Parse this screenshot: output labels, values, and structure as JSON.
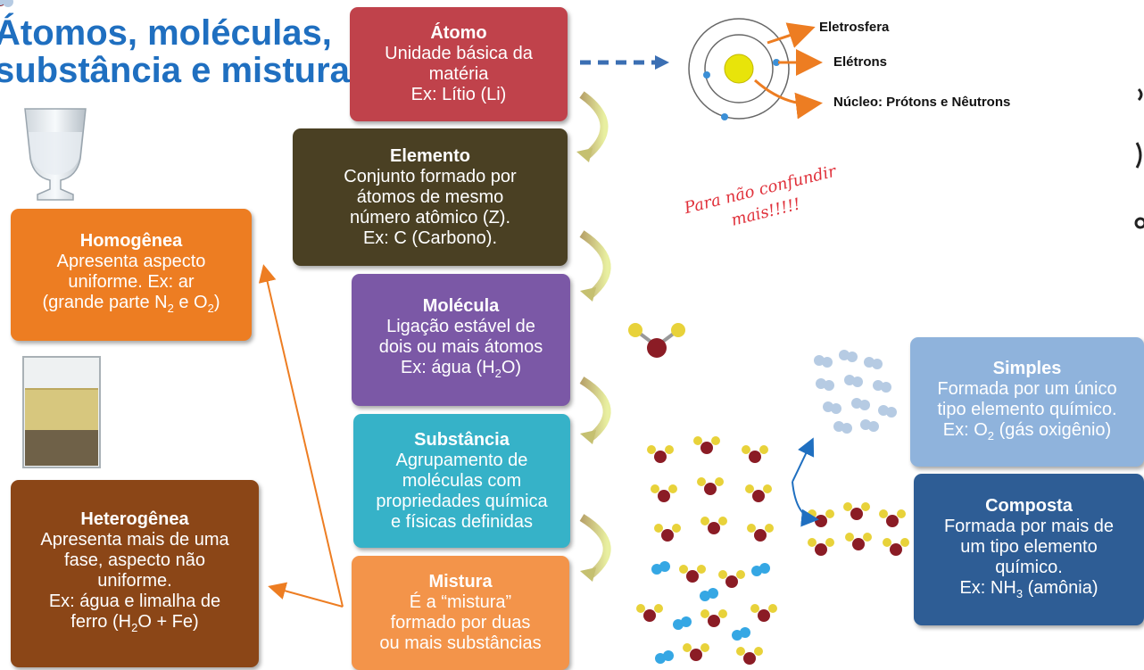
{
  "title": "Átomos, moléculas,\nsubstância e mistura",
  "boxes": {
    "atomo": {
      "heading": "Átomo",
      "text": "Unidade básica da\nmatéria\nEx: Lítio (Li)"
    },
    "elemento": {
      "heading": "Elemento",
      "text": "Conjunto formado por\nátomos de mesmo\nnúmero atômico (Z).\nEx: C (Carbono)."
    },
    "molecula": {
      "heading": "Molécula",
      "text": "Ligação estável de\ndois ou mais átomos",
      "example": "Ex: água (H",
      "sub": "2",
      "example_end": "O)"
    },
    "substancia": {
      "heading": "Substância",
      "text": "Agrupamento de\nmoléculas com\npropriedades química\ne físicas definidas"
    },
    "mistura": {
      "heading": "Mistura",
      "text": "É a “mistura”\nformado por duas\nou mais substâncias"
    },
    "homogenea": {
      "heading": "Homogênea",
      "text": "Apresenta aspecto\nuniforme. Ex: ar",
      "line3_a": "(grande parte N",
      "sub1": "2",
      "line3_b": " e O",
      "sub2": "2",
      "line3_c": ")"
    },
    "heterogenea": {
      "heading": "Heterogênea",
      "text": "Apresenta mais de  uma\nfase, aspecto não\nuniforme.\nEx: água e limalha de",
      "line5_a": "ferro (H",
      "sub": "2",
      "line5_b": "O + Fe)"
    },
    "simples": {
      "heading": "Simples",
      "text": "Formada por um único\ntipo elemento químico.",
      "ex_a": "Ex: O",
      "sub": "2",
      "ex_b": " (gás oxigênio)"
    },
    "composta": {
      "heading": "Composta",
      "text": "Formada por mais de\num tipo elemento\nquímico.",
      "ex_a": "Ex: NH",
      "sub": "3",
      "ex_b": " (amônia)"
    }
  },
  "atom_labels": {
    "eletrosfera": "Eletrosfera",
    "eletrons": "Elétrons",
    "nucleo": "Núcleo: Prótons e Nêutrons"
  },
  "note": "Para não confundir\nmais!!!!!",
  "colors": {
    "title": "#1f6fc0",
    "atomo": "#c0424b",
    "elemento": "#4a4023",
    "molecula": "#7b58a6",
    "substancia": "#36b2c8",
    "mistura": "#f3944a",
    "homogenea": "#ed7d22",
    "heterogenea": "#8b4617",
    "simples": "#8fb3dc",
    "composta": "#2e5d95",
    "arrow": "#ed7d22",
    "blue_arrow": "#1f6fc0",
    "note": "#e0303a"
  }
}
